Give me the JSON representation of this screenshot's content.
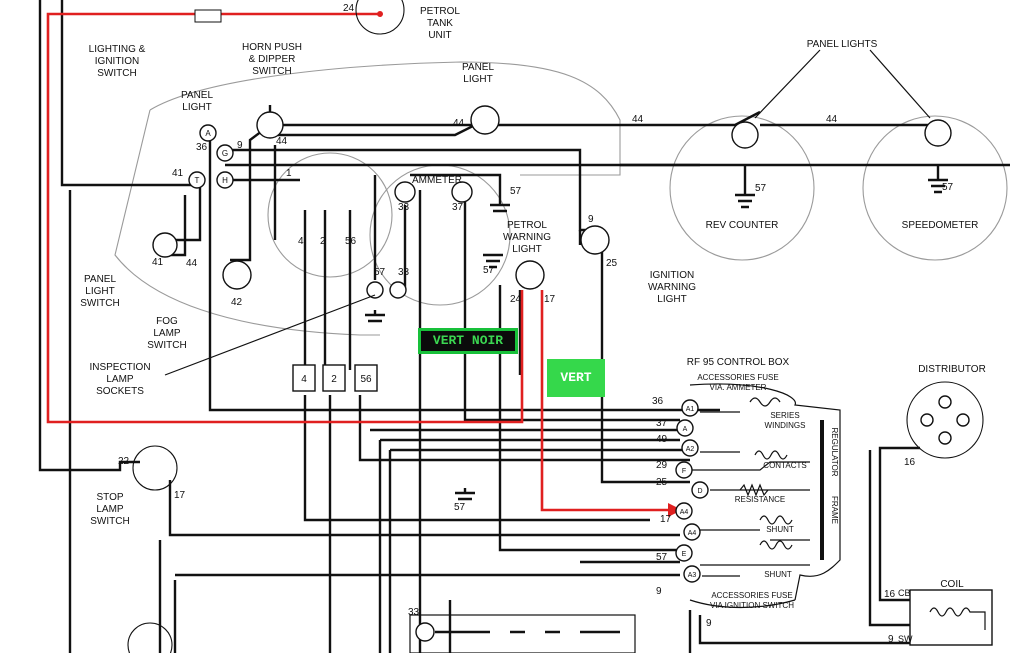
{
  "labels": {
    "petrol_tank": [
      "PETROL",
      "TANK",
      "UNIT"
    ],
    "lighting_switch": [
      "LIGHTING &",
      "IGNITION",
      "SWITCH"
    ],
    "horn_push": [
      "HORN PUSH",
      "& DIPPER",
      "SWITCH"
    ],
    "panel_light_top": [
      "PANEL",
      "LIGHT"
    ],
    "panel_light_left": [
      "PANEL",
      "LIGHT"
    ],
    "panel_lights": [
      "PANEL LIGHTS"
    ],
    "ammeter": [
      "AMMETER"
    ],
    "petrol_warning": [
      "PETROL",
      "WARNING",
      "LIGHT"
    ],
    "ignition_warning": [
      "IGNITION",
      "WARNING",
      "LIGHT"
    ],
    "rev_counter": [
      "REV COUNTER"
    ],
    "speedometer": [
      "SPEEDOMETER"
    ],
    "panel_light_switch": [
      "PANEL",
      "LIGHT",
      "SWITCH"
    ],
    "fog_lamp_switch": [
      "FOG",
      "LAMP",
      "SWITCH"
    ],
    "inspection_lamp": [
      "INSPECTION",
      "LAMP",
      "SOCKETS"
    ],
    "control_box": [
      "RF 95 CONTROL BOX"
    ],
    "distributor": [
      "DISTRIBUTOR"
    ],
    "stop_lamp_switch": [
      "STOP",
      "LAMP",
      "SWITCH"
    ],
    "coil": [
      "COIL"
    ],
    "accessories_fuse_ammeter": [
      "ACCESSORIES FUSE",
      "VIA. AMMETER"
    ],
    "series_windings": [
      "SERIES",
      "WINDINGS"
    ],
    "contacts": [
      "CONTACTS"
    ],
    "resistance": [
      "RESISTANCE"
    ],
    "shunt_1": [
      "SHUNT"
    ],
    "shunt_2": [
      "SHUNT"
    ],
    "regulator_frame": [
      "REGULATOR",
      "FRAME"
    ],
    "accessories_fuse_ignition": [
      "ACCESSORIES FUSE",
      "VIA IGNITION SWITCH"
    ]
  },
  "terminals": {
    "A": "A",
    "G": "G",
    "H": "H",
    "T": "T",
    "A1": "A1",
    "A_box": "A",
    "A2": "A2",
    "F": "F",
    "D": "D",
    "A4": "A4",
    "A4b": "A4",
    "E": "E",
    "A3": "A3",
    "CB": "CB",
    "SW": "SW"
  },
  "wire_numbers": {
    "n24": "24",
    "n44a": "44",
    "n44b": "44",
    "n44c": "44",
    "n44d": "44",
    "n36": "36",
    "n9a": "9",
    "n41a": "41",
    "n41b": "41",
    "n42": "42",
    "n1": "1",
    "n4": "4",
    "n2": "2",
    "n56": "56",
    "n33a": "33",
    "n37a": "37",
    "n57a": "57",
    "n57b": "57",
    "n57c": "57",
    "n57d": "57",
    "n57e": "57",
    "n57f": "57",
    "n33b": "33",
    "n24b": "24",
    "n17a": "17",
    "n9b": "9",
    "n25a": "25",
    "n36b": "36",
    "n37b": "37",
    "n49": "49",
    "n29": "29",
    "n25b": "25",
    "n17b": "17",
    "n57g": "57",
    "n9c": "9",
    "n9d": "9",
    "n22": "22",
    "n17c": "17",
    "n16a": "16",
    "n16b": "16",
    "n9e": "9",
    "n33c": "33",
    "box4": "4",
    "box2": "2",
    "box56": "56"
  },
  "tags": {
    "vert_noir": "VERT NOIR",
    "vert": "VERT"
  },
  "colors": {
    "red_wire": "#e02020",
    "tag_dark_bg": "#0b0b0b",
    "tag_dark_text": "#3bd651",
    "tag_green_bg": "#35d84b"
  }
}
